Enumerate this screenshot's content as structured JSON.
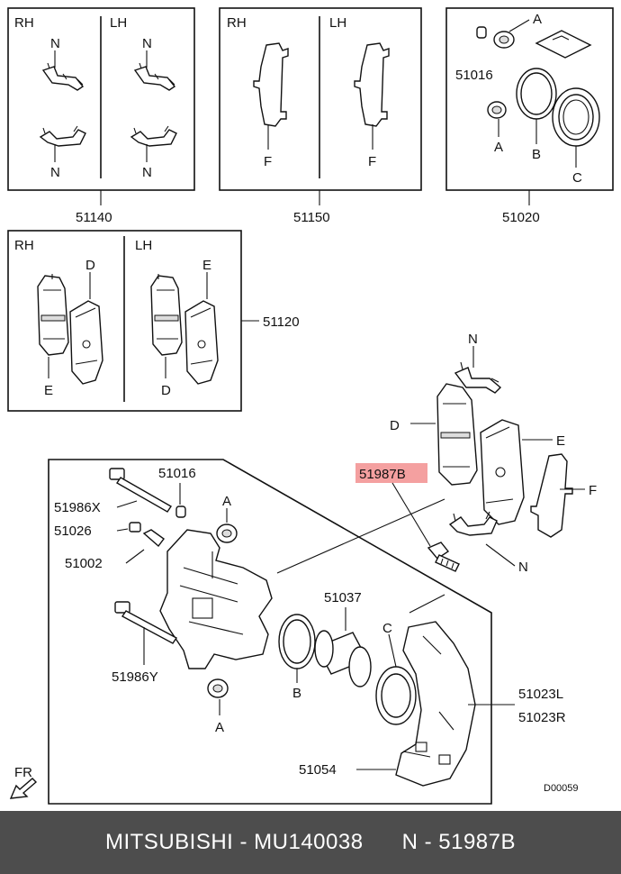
{
  "boxes": {
    "box1": {
      "left_label": "RH",
      "right_label": "LH",
      "part": "51140",
      "callouts": [
        "N",
        "N",
        "N",
        "N"
      ]
    },
    "box2": {
      "left_label": "RH",
      "right_label": "LH",
      "part": "51150",
      "callouts": [
        "F",
        "F"
      ]
    },
    "box3": {
      "part": "51020",
      "small_part": "51016",
      "callouts": [
        "A",
        "A",
        "B",
        "C"
      ]
    },
    "box4": {
      "left_label": "RH",
      "right_label": "LH",
      "part": "51120",
      "callouts": [
        "D",
        "E",
        "E",
        "D"
      ]
    }
  },
  "main": {
    "labels": {
      "p51016": "51016",
      "p51986x": "51986X",
      "p51026": "51026",
      "p51002": "51002",
      "p51986y": "51986Y",
      "p51037": "51037",
      "p51023l": "51023L",
      "p51023r": "51023R",
      "p51054": "51054",
      "p51987b": "51987B"
    },
    "callouts": {
      "a_top": "A",
      "a_bottom": "A",
      "b": "B",
      "c": "C",
      "d": "D",
      "e": "E",
      "f": "F",
      "n_top": "N",
      "n_bottom": "N"
    },
    "fr": "FR",
    "code": "D00059"
  },
  "highlight_color": "#f4a0a0",
  "footer": {
    "brand": "MITSUBISHI - MU140038",
    "part": "N - 51987B"
  }
}
